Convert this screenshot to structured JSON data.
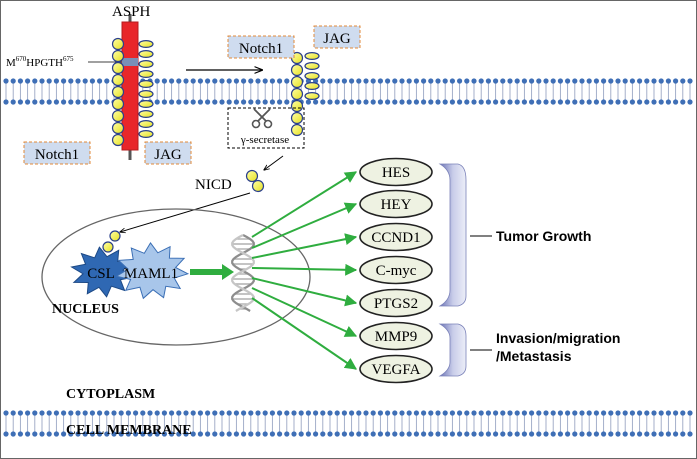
{
  "labels": {
    "asph": "ASPH",
    "motif_m": "M",
    "motif_sup1": "670",
    "motif_mid": "HPGTH",
    "motif_sup2": "675",
    "notch1_left": "Notch1",
    "jag_left": "JAG",
    "notch1_right": "Notch1",
    "jag_right": "JAG",
    "gamma_secretase": "γ-secretase",
    "nicd": "NICD",
    "csl": "CSL",
    "maml1": "MAML1",
    "nucleus": "NUCLEUS",
    "cytoplasm": "CYTOPLASM",
    "cell_membrane": "CELL MEMBRANE"
  },
  "target_genes": [
    "HES",
    "HEY",
    "CCND1",
    "C-myc",
    "PTGS2",
    "MMP9",
    "VEGFA"
  ],
  "groups": {
    "tumor_growth": "Tumor Growth",
    "invasion_line1": "Invasion/migration",
    "invasion_line2": "/Metastasis"
  },
  "colors": {
    "membrane_head": "#3f6fb6",
    "asph_bar": "#e8262a",
    "bead_fill": "#f4f23a",
    "bead_stroke": "#2a3f8c",
    "label_box_fill": "#cfdcef",
    "label_box_border": "#e08a3a",
    "arrow_green": "#2fad3f",
    "gene_ellipse_fill": "#eef2e2",
    "csl_fill": "#2f68b3",
    "maml1_fill": "#a8c6ea",
    "bracket_fill": "#c9cde9"
  }
}
